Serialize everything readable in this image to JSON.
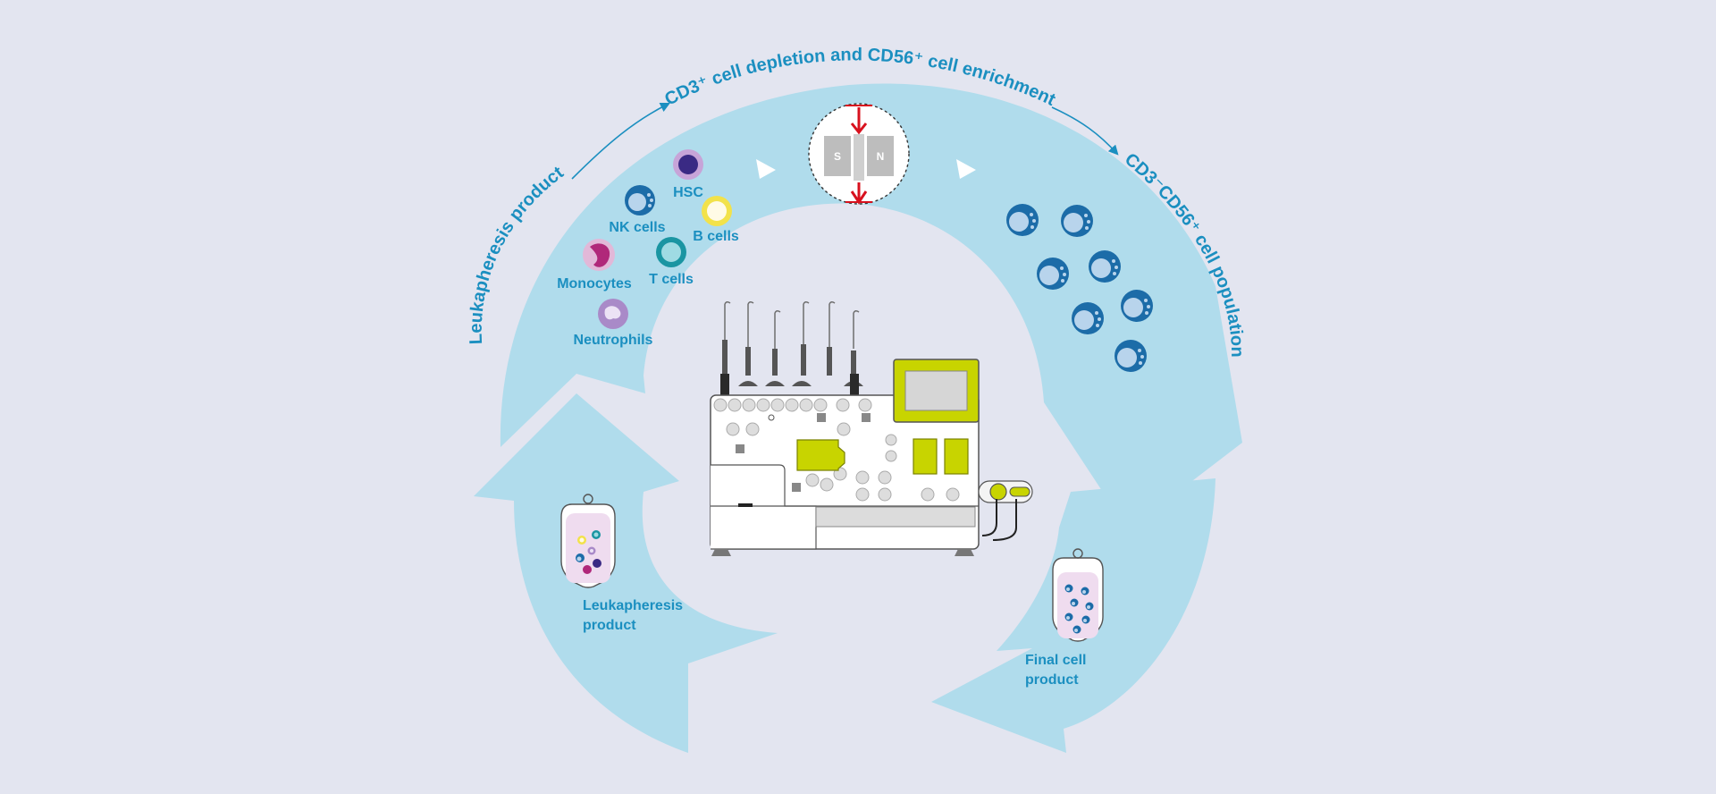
{
  "arc_labels": {
    "top": "CD3⁺ cell depletion and CD56⁺ cell enrichment",
    "left": "Leukapheresis product",
    "right": "CD3⁻CD56⁺ cell population"
  },
  "cells": {
    "hsc": "HSC",
    "nk": "NK cells",
    "b": "B cells",
    "monocytes": "Monocytes",
    "t": "T cells",
    "neutrophils": "Neutrophils"
  },
  "magnet": {
    "south": "S",
    "north": "N"
  },
  "bags": {
    "input_line1": "Leukapheresis",
    "input_line2": "product",
    "output_line1": "Final cell",
    "output_line2": "product"
  },
  "colors": {
    "background": "#e3e5f0",
    "arrow": "#b0dcec",
    "text": "#1b8fc0",
    "nk_cell": "#1c6ca8",
    "accent": "#c8d400"
  }
}
